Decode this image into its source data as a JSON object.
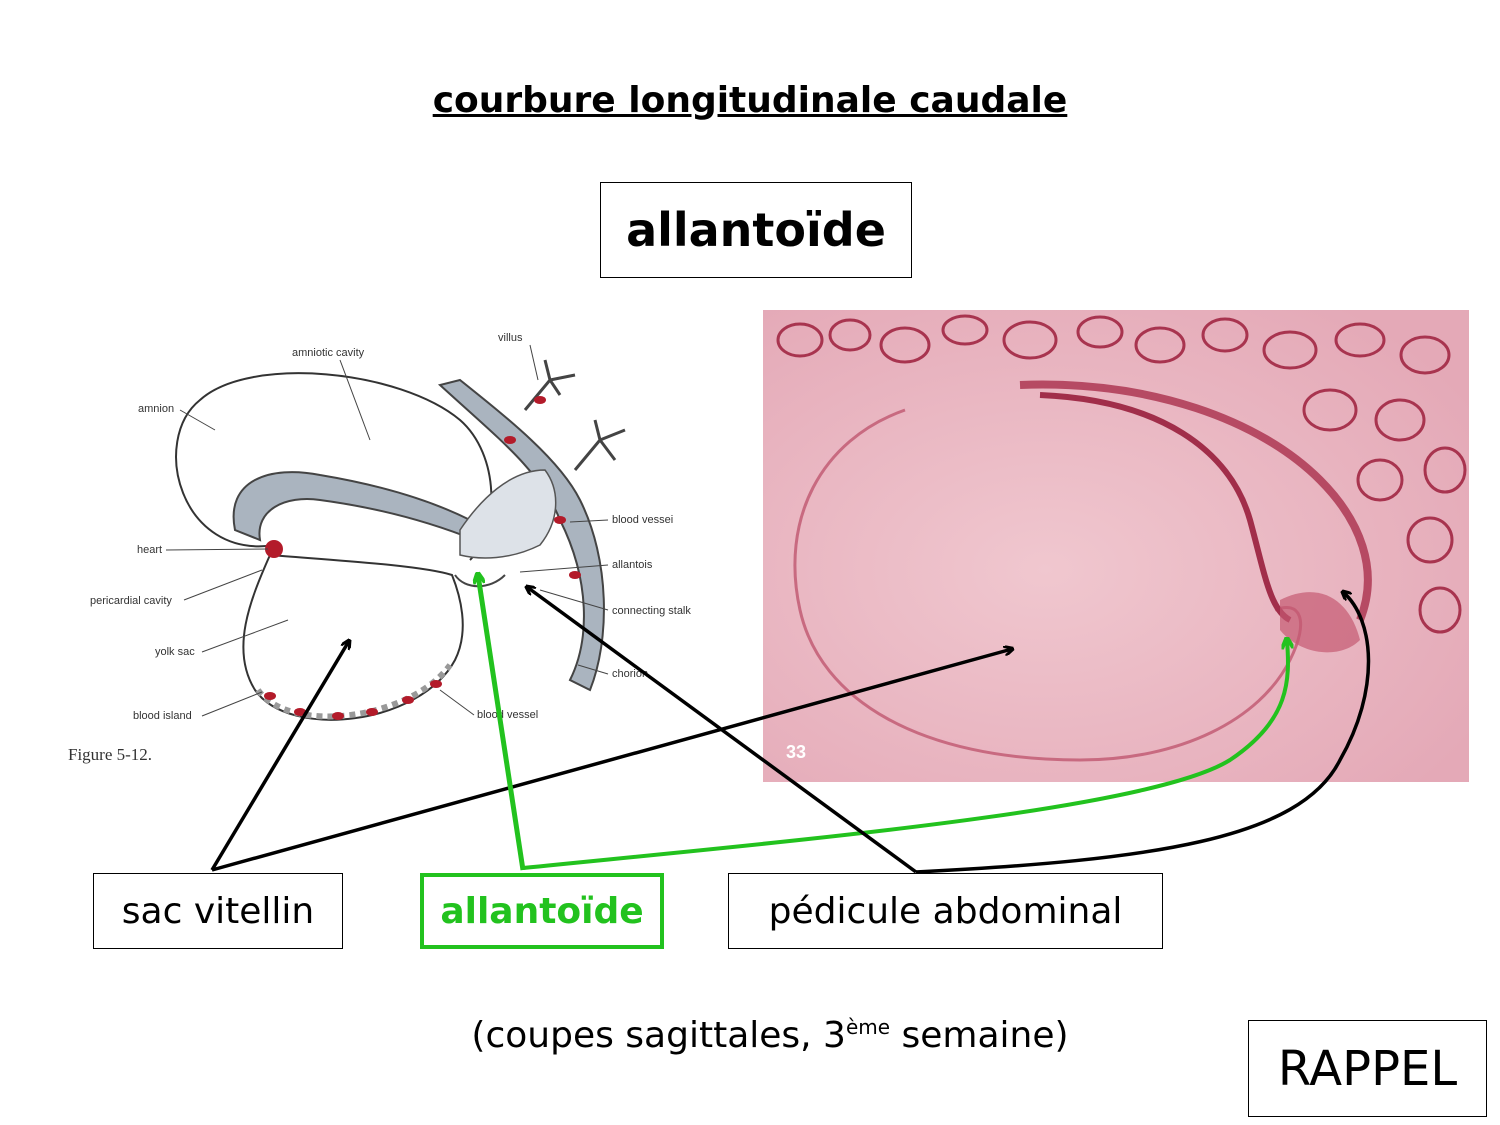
{
  "title": "courbure longitudinale caudale",
  "main_label": "allantoïde",
  "figure": {
    "caption": "Figure 5-12.",
    "labels": {
      "amniotic_cavity": "amniotic cavity",
      "amnion": "amnion",
      "villus": "villus",
      "heart": "heart",
      "pericardial_cavity": "pericardial cavity",
      "yolk_sac": "yolk sac",
      "blood_island": "blood island",
      "blood_vessel_upper": "blood vessei",
      "allantois": "allantois",
      "connecting_stalk": "connecting stalk",
      "chorion": "chorion",
      "blood_vessel_lower": "blood vessel"
    }
  },
  "micrograph": {
    "number": "33"
  },
  "callouts": {
    "sac_vitellin": "sac vitellin",
    "allantoide": "allantoïde",
    "pedicule": "pédicule abdominal"
  },
  "caption": {
    "prefix": "(coupes sagittales, 3",
    "superscript": "ème",
    "suffix": " semaine)"
  },
  "badge": "RAPPEL",
  "colors": {
    "highlight": "#22c21e",
    "arrow": "#000000",
    "tissue": "#d88a9c",
    "stain": "#c0405a"
  }
}
